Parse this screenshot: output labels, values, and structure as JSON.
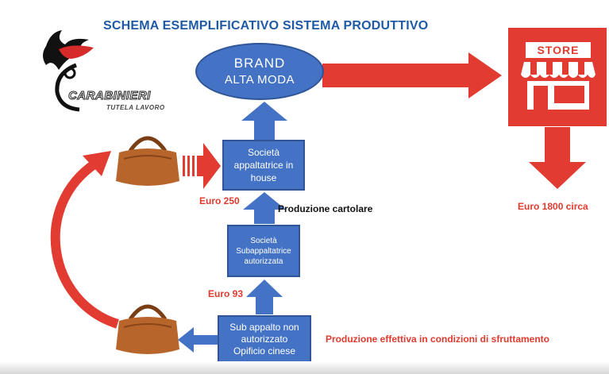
{
  "title": "SCHEMA ESEMPLIFICATIVO SISTEMA PRODUTTIVO",
  "logo": {
    "line1": "CARABINIERI",
    "line2": "TUTELA LAVORO"
  },
  "brand": {
    "line1": "BRAND",
    "line2": "ALTA MODA"
  },
  "store": {
    "label": "STORE",
    "price": "Euro 1800 circa"
  },
  "boxes": {
    "inhouse": [
      "Società",
      "appaltatrice in",
      "house"
    ],
    "sub_authorized": [
      "Società",
      "Subappaltatrice",
      "autorizzata"
    ],
    "sub_unauthorized": [
      "Sub appalto non",
      "autorizzato",
      "Opificio cinese"
    ]
  },
  "labels": {
    "euro_250": "Euro 250",
    "euro_93": "Euro 93",
    "produzione_cartolare": "Produzione cartolare",
    "produzione_effettiva": "Produzione effettiva in condizioni di sfruttamento"
  },
  "colors": {
    "blue": "#4472c4",
    "red": "#e23b32",
    "title_blue": "#1f5aa6",
    "bag_brown": "#b8652c"
  }
}
